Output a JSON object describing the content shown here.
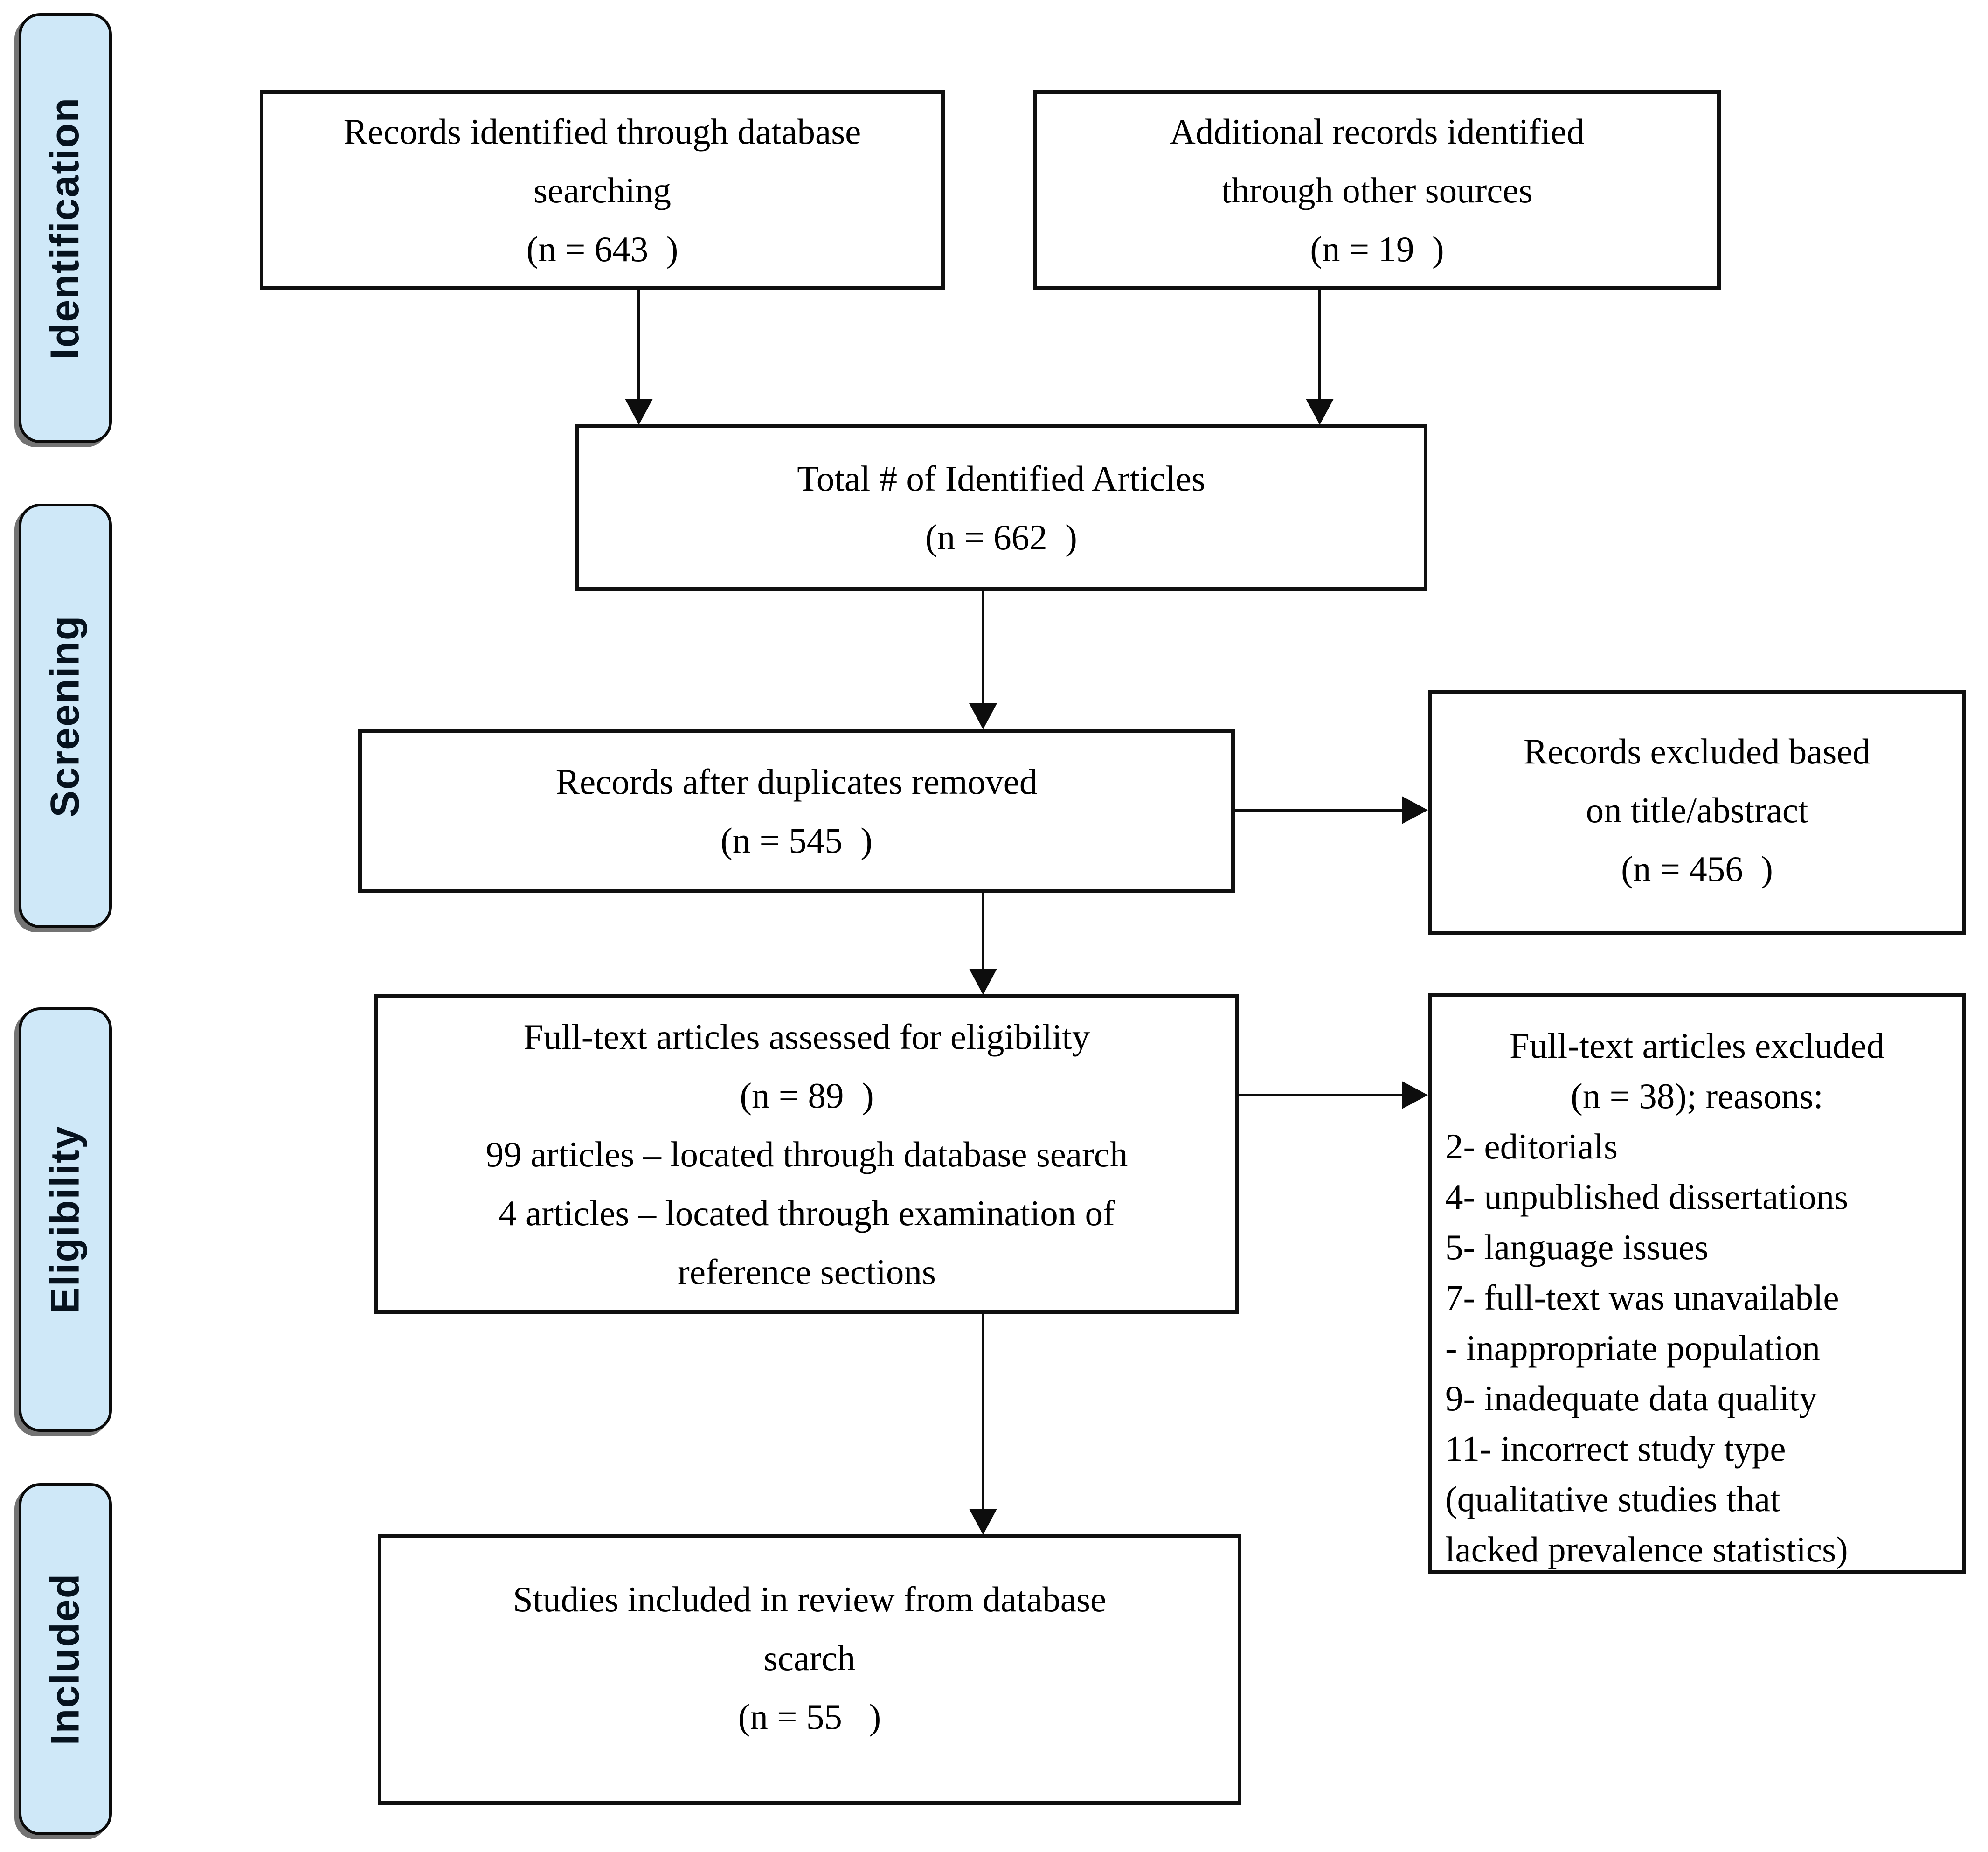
{
  "diagram": {
    "type": "prisma-flowchart",
    "colors": {
      "stage_fill": "#cfe8f8",
      "box_border": "#101010",
      "arrow": "#0d0d0d",
      "background": "#ffffff"
    },
    "sidebar": {
      "labels": [
        "Identification",
        "Screening",
        "Eligibility",
        "Included"
      ]
    },
    "boxes": {
      "db_search": {
        "lines": [
          "Records identified through database",
          "searching",
          "(n = 643  )"
        ]
      },
      "other_sources": {
        "lines": [
          "Additional records identified",
          "through other sources",
          "(n = 19  )"
        ]
      },
      "total_identified": {
        "lines": [
          "Total # of Identified Articles",
          "(n = 662  )"
        ]
      },
      "after_duplicates": {
        "lines": [
          "Records after duplicates removed",
          "(n = 545  )"
        ]
      },
      "excluded_title_abstract": {
        "lines": [
          "Records excluded based",
          "on title/abstract",
          "(n = 456  )"
        ]
      },
      "fulltext_assessed": {
        "lines": [
          "Full-text articles assessed for eligibility",
          "(n = 89  )",
          "99 articles – located through database search",
          "4 articles – located through examination of",
          "reference sections"
        ]
      },
      "fulltext_excluded": {
        "title_lines": [
          "Full-text articles excluded",
          "(n = 38); reasons:"
        ],
        "reason_lines": [
          "2- editorials",
          "4- unpublished dissertations",
          "5- language issues",
          "7- full-text was unavailable",
          "- inappropriate population",
          "9- inadequate data quality",
          "11- incorrect study type",
          "(qualitative studies that",
          "lacked prevalence statistics)"
        ]
      },
      "included_review": {
        "lines": [
          "Studies included in review from database",
          "scarch",
          "(n = 55   )"
        ]
      }
    }
  }
}
